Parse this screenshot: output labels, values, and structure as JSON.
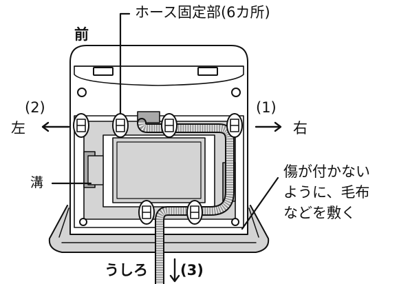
{
  "labels": {
    "hose_fixing": "ホース固定部(6カ所)",
    "front": "前",
    "left_num": "(2)",
    "left_word": "左",
    "right_num": "(1)",
    "right_word": "右",
    "groove": "溝",
    "back_word": "うしろ",
    "back_num": "(3)"
  },
  "note_lines": [
    "傷が付かない",
    "ように、毛布",
    "などを敷く"
  ],
  "colors": {
    "line": "#111111",
    "fill_gray": "#d4d4d4",
    "fill_dark": "#a9a9a9",
    "hose": "#9a9a9a"
  }
}
